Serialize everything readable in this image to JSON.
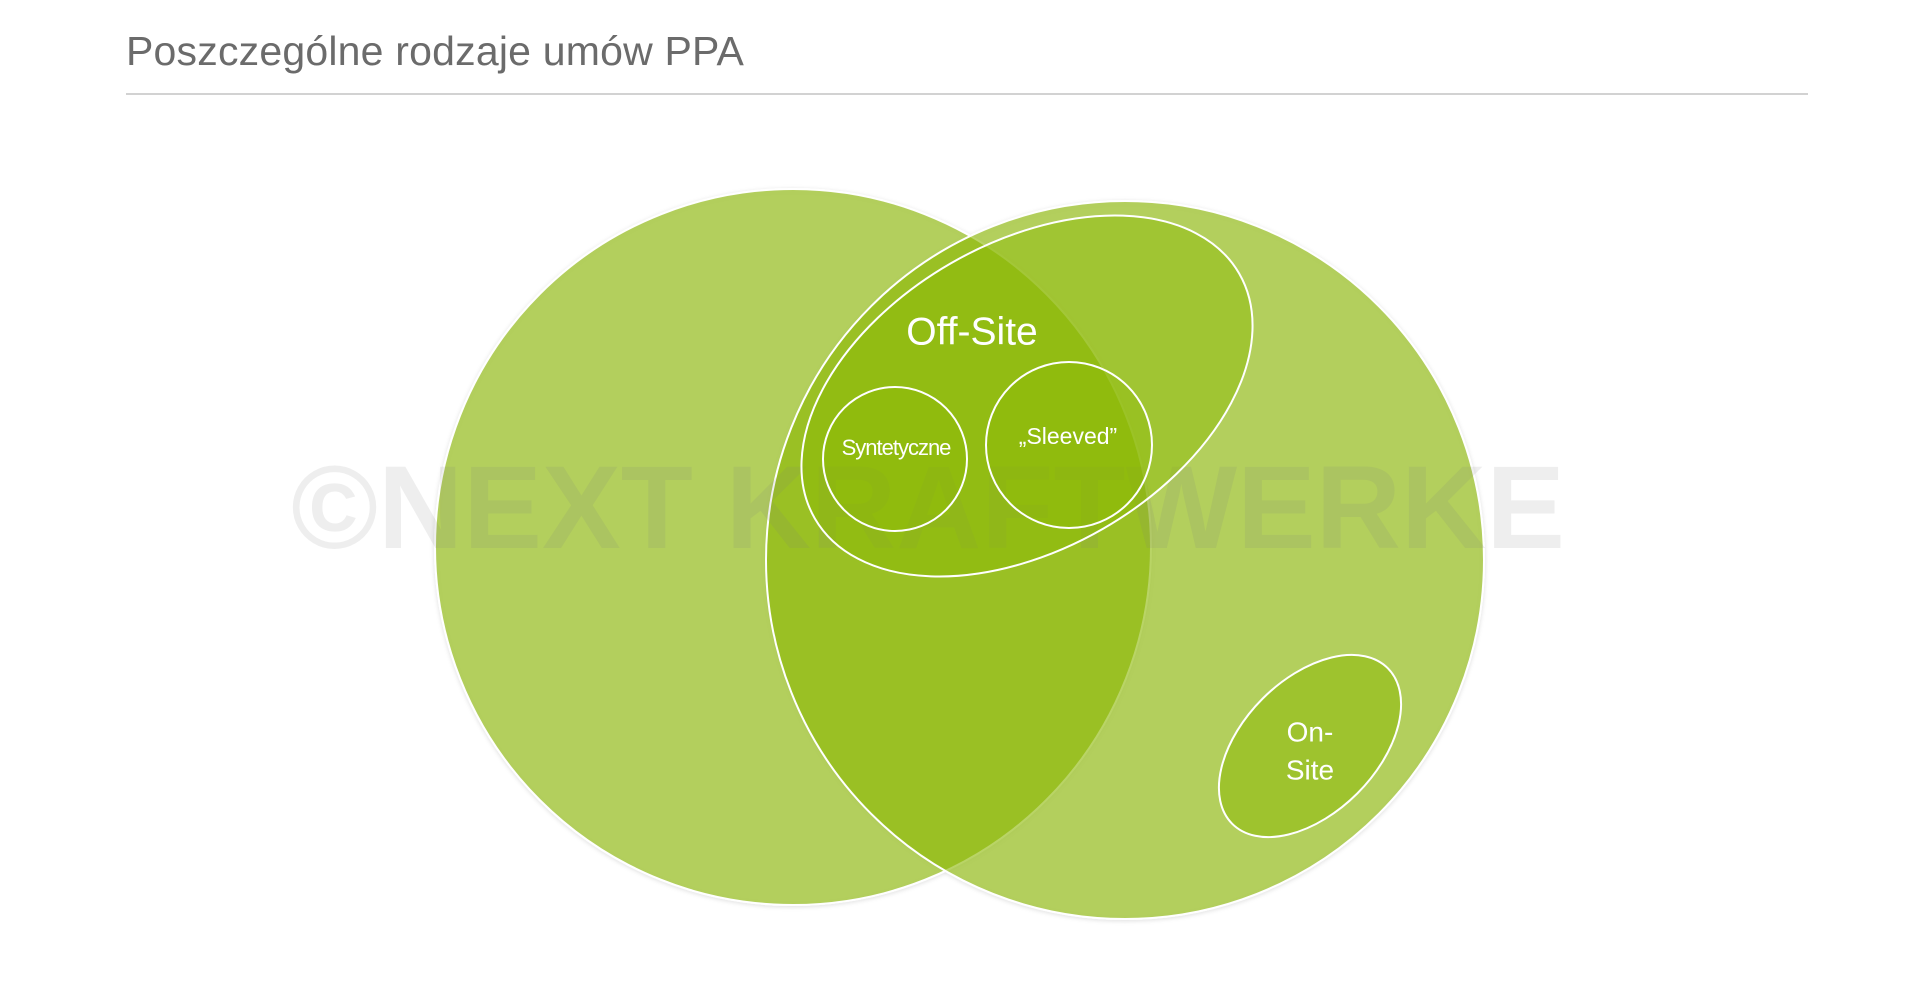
{
  "header": {
    "title": "Poszczególne rodzaje umów PPA"
  },
  "diagram": {
    "type": "venn",
    "sets": [
      {
        "id": "left-circle",
        "label": ""
      },
      {
        "id": "right-circle",
        "label": ""
      },
      {
        "id": "off-site",
        "label": "Off-Site"
      },
      {
        "id": "syntetyczne",
        "label": "Syntetyczne"
      },
      {
        "id": "sleeved",
        "label": "„Sleeved”"
      },
      {
        "id": "on-site",
        "label_line1": "On-",
        "label_line2": "Site"
      }
    ],
    "colors": {
      "fill": "#8ab800",
      "stroke": "#ffffff",
      "title": "#6b6b6b"
    }
  },
  "watermark": {
    "text": "©NEXT KRAFTWERKE"
  }
}
